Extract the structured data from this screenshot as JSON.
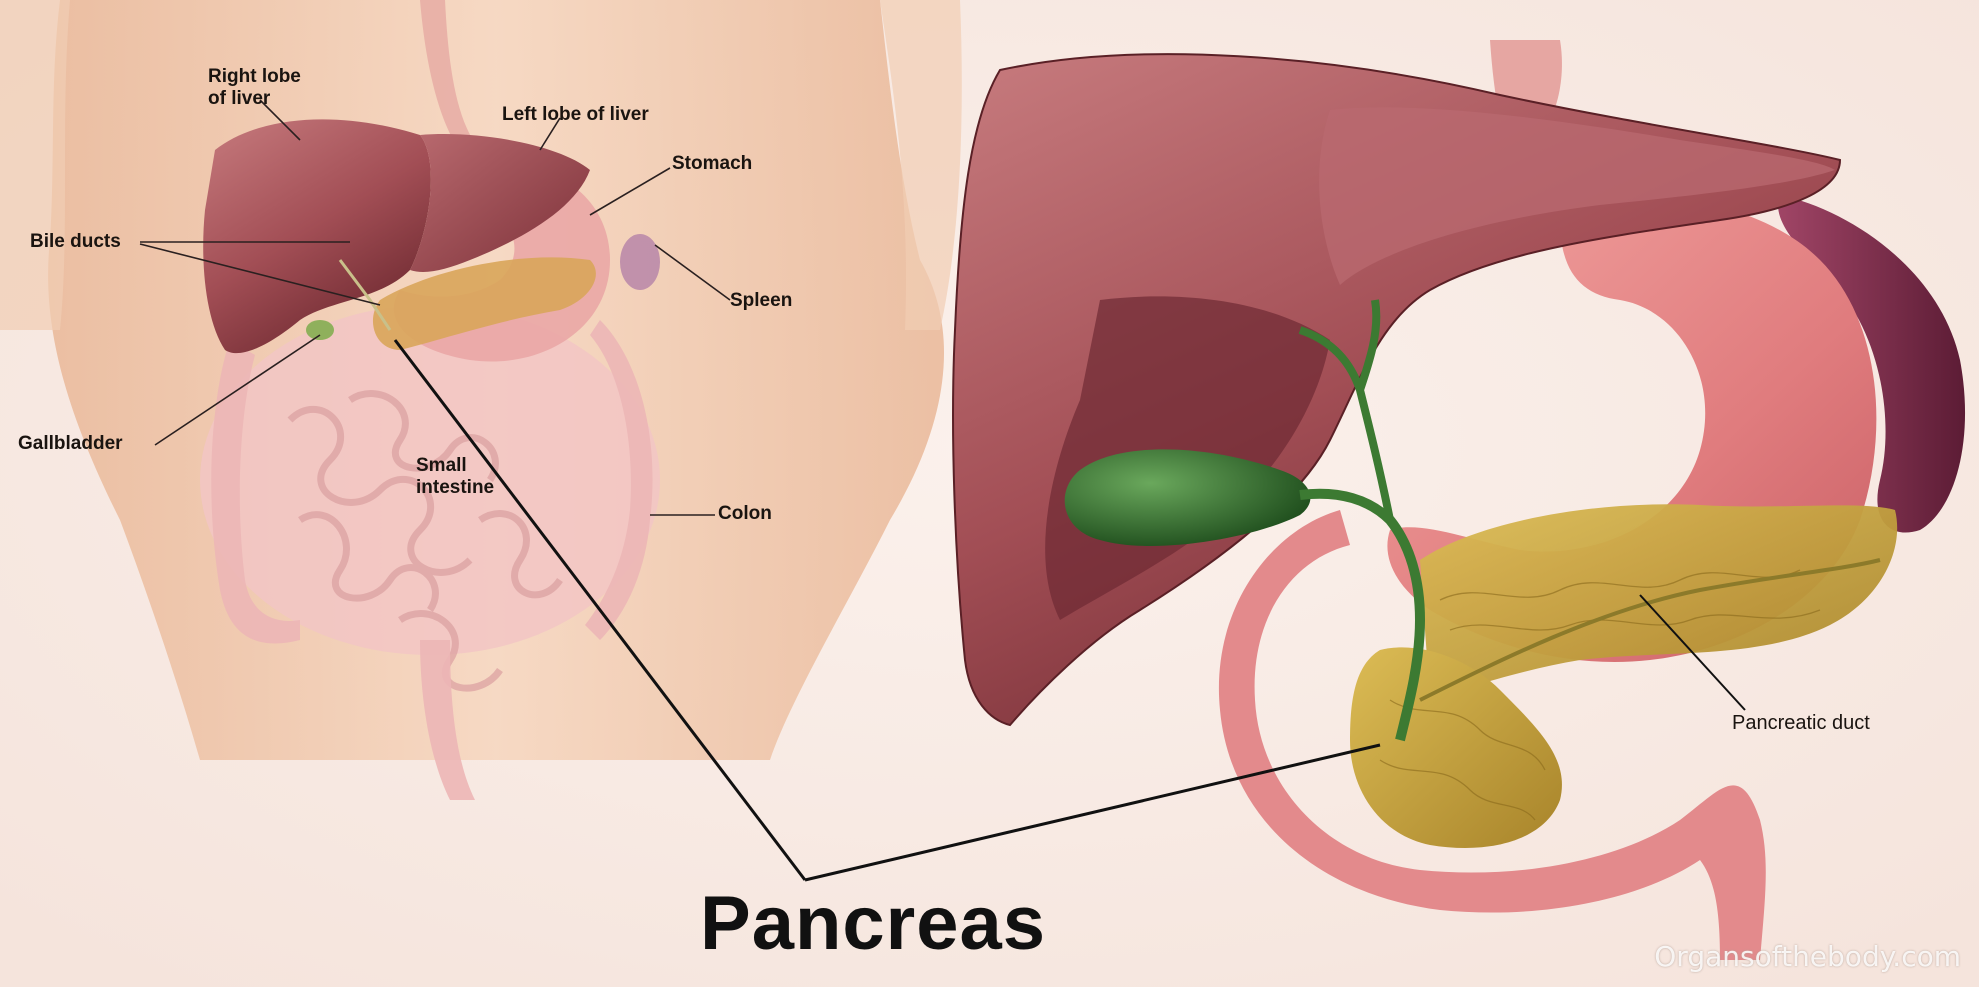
{
  "labels": {
    "right_lobe_line1": "Right lobe",
    "right_lobe_line2": "of liver",
    "left_lobe": "Left lobe of liver",
    "stomach": "Stomach",
    "bile_ducts": "Bile ducts",
    "spleen": "Spleen",
    "gallbladder": "Gallbladder",
    "small_intestine_line1": "Small",
    "small_intestine_line2": "intestine",
    "colon": "Colon",
    "pancreatic_duct": "Pancreatic duct",
    "pancreas": "Pancreas"
  },
  "watermark": "Organsofthebody.com",
  "colors": {
    "background": "#f7ebe5",
    "skin": "#f0c8aa",
    "liver": "#a4545a",
    "liver_dark": "#7a2e35",
    "stomach": "#e8888a",
    "pancreas": "#c9a236",
    "gallbladder": "#2f6b2a",
    "spleen": "#7e2c48",
    "intestine": "#efc0c0"
  }
}
